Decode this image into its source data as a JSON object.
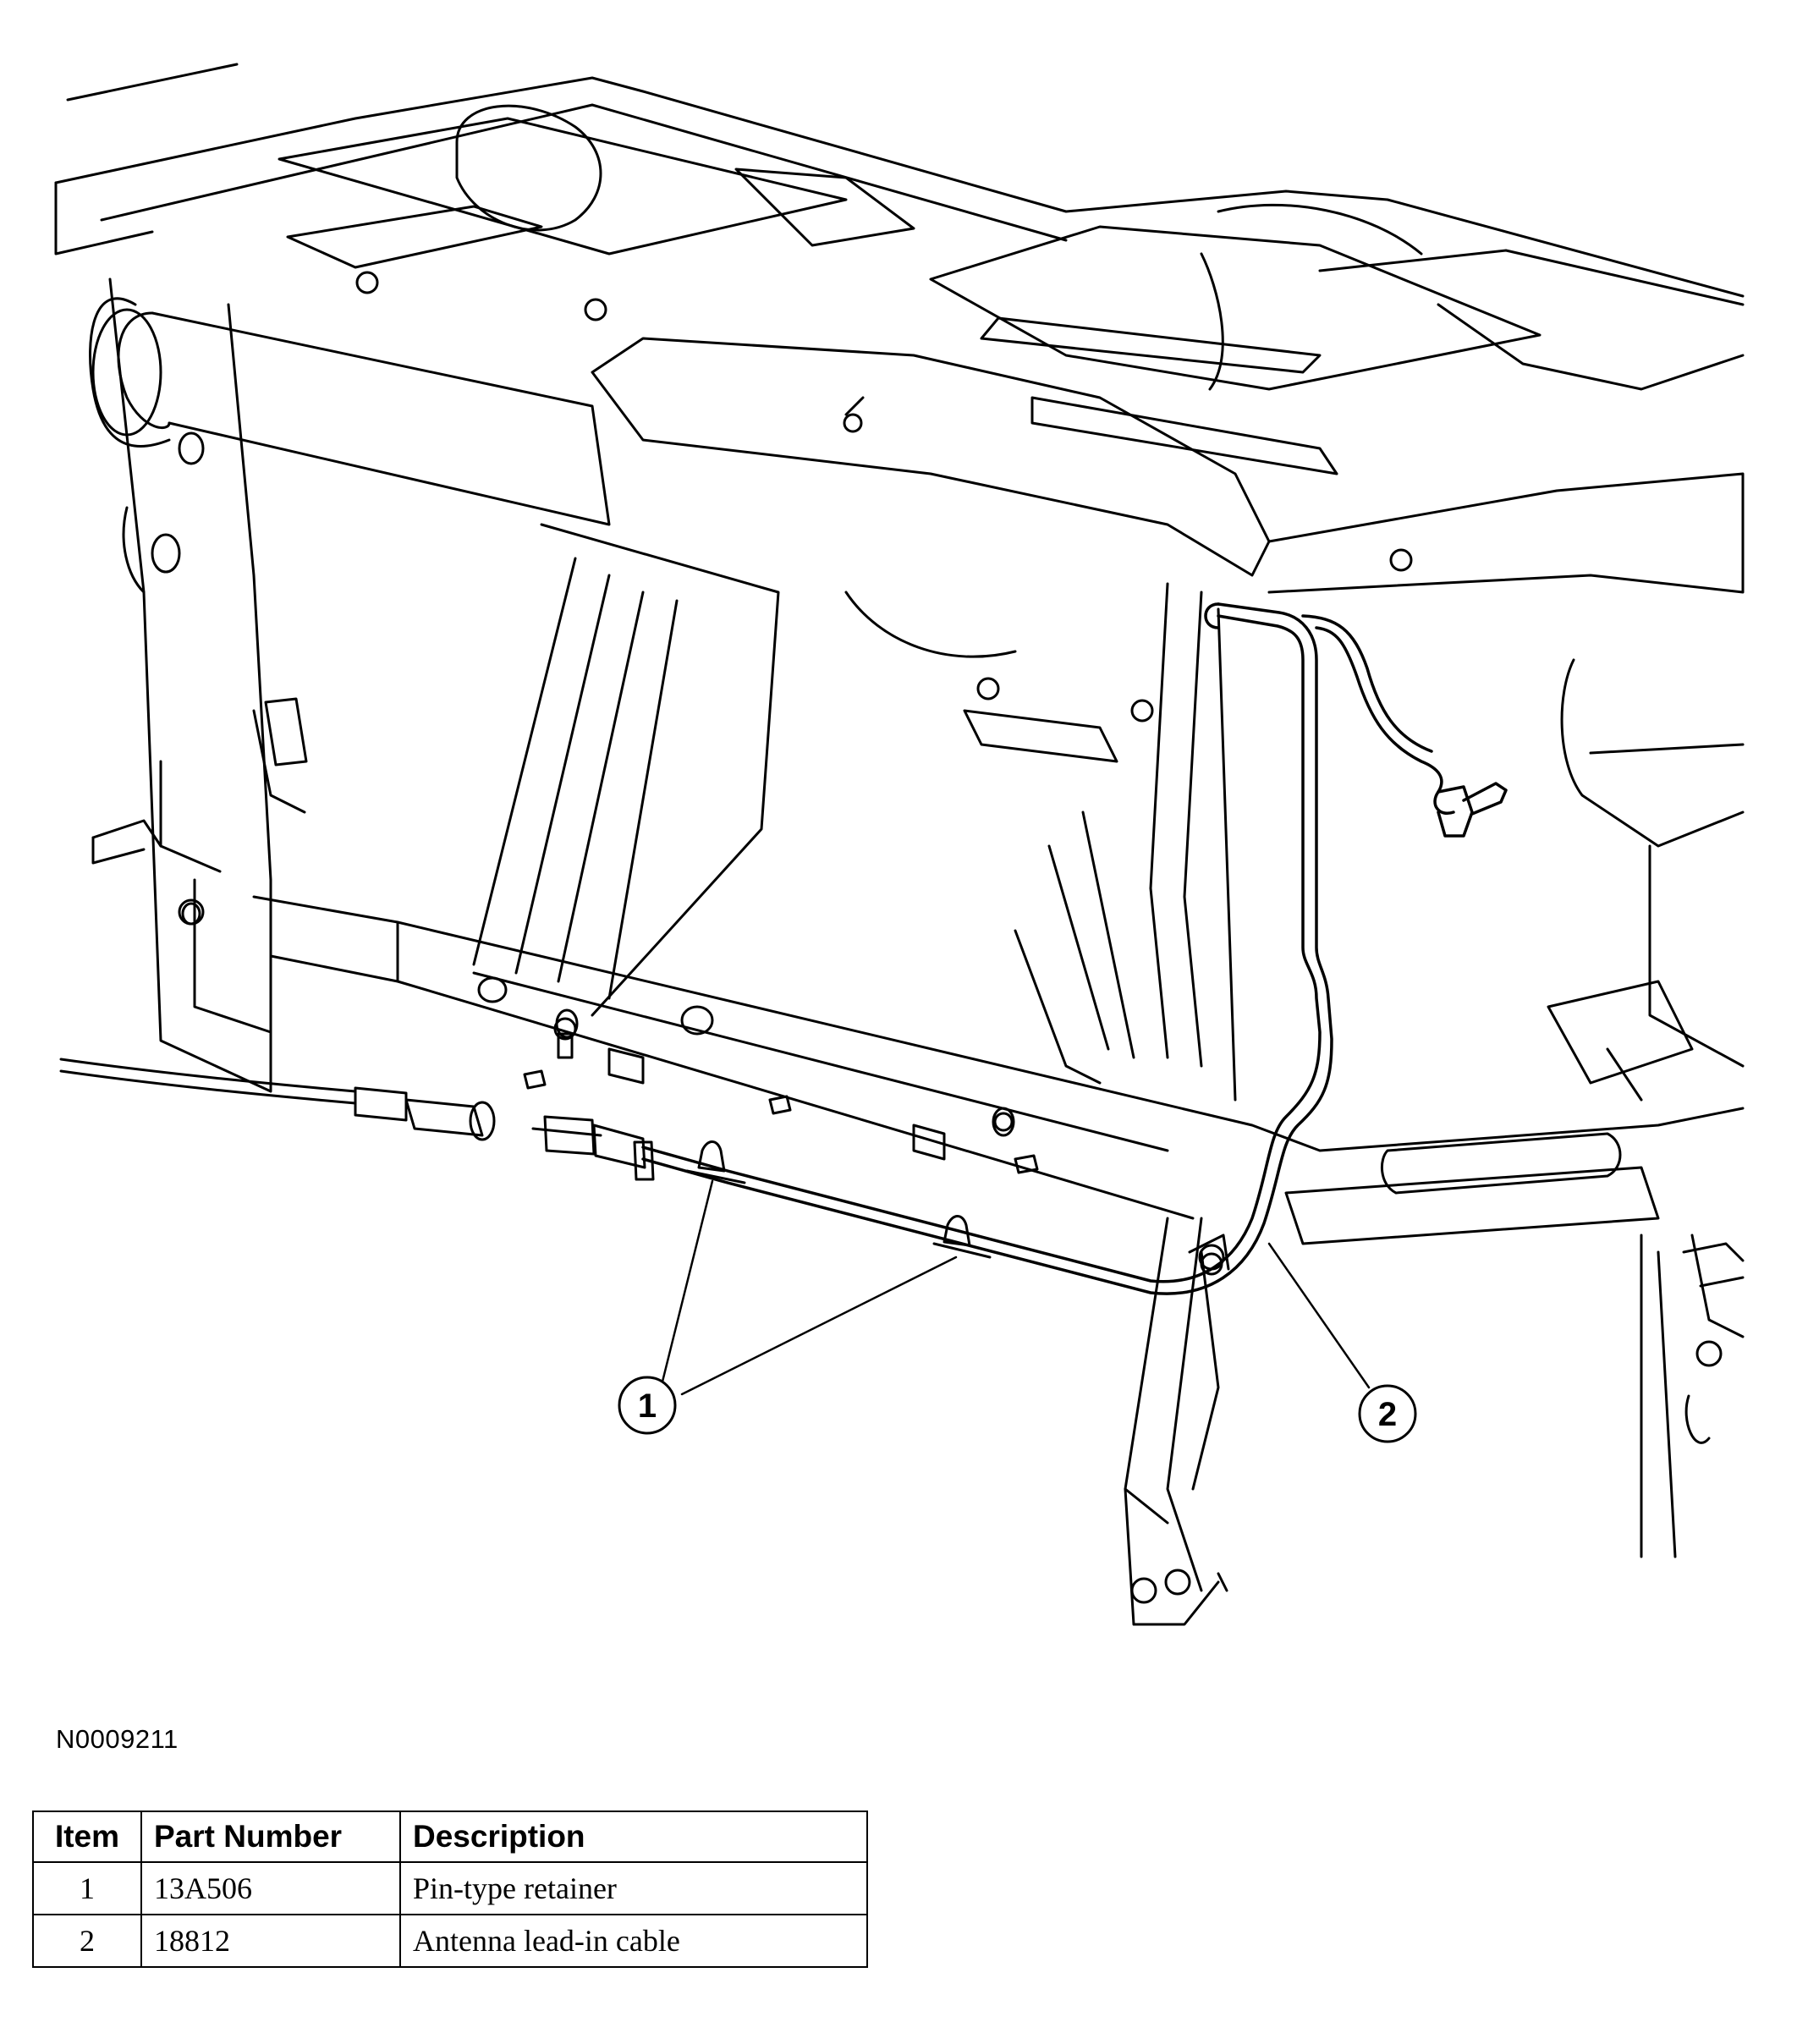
{
  "figure": {
    "id": "N0009211",
    "callouts": [
      {
        "number": "1"
      },
      {
        "number": "2"
      }
    ]
  },
  "parts_table": {
    "headers": [
      "Item",
      "Part Number",
      "Description"
    ],
    "rows": [
      [
        "1",
        "13A506",
        "Pin-type retainer"
      ],
      [
        "2",
        "18812",
        "Antenna lead-in cable"
      ]
    ]
  }
}
